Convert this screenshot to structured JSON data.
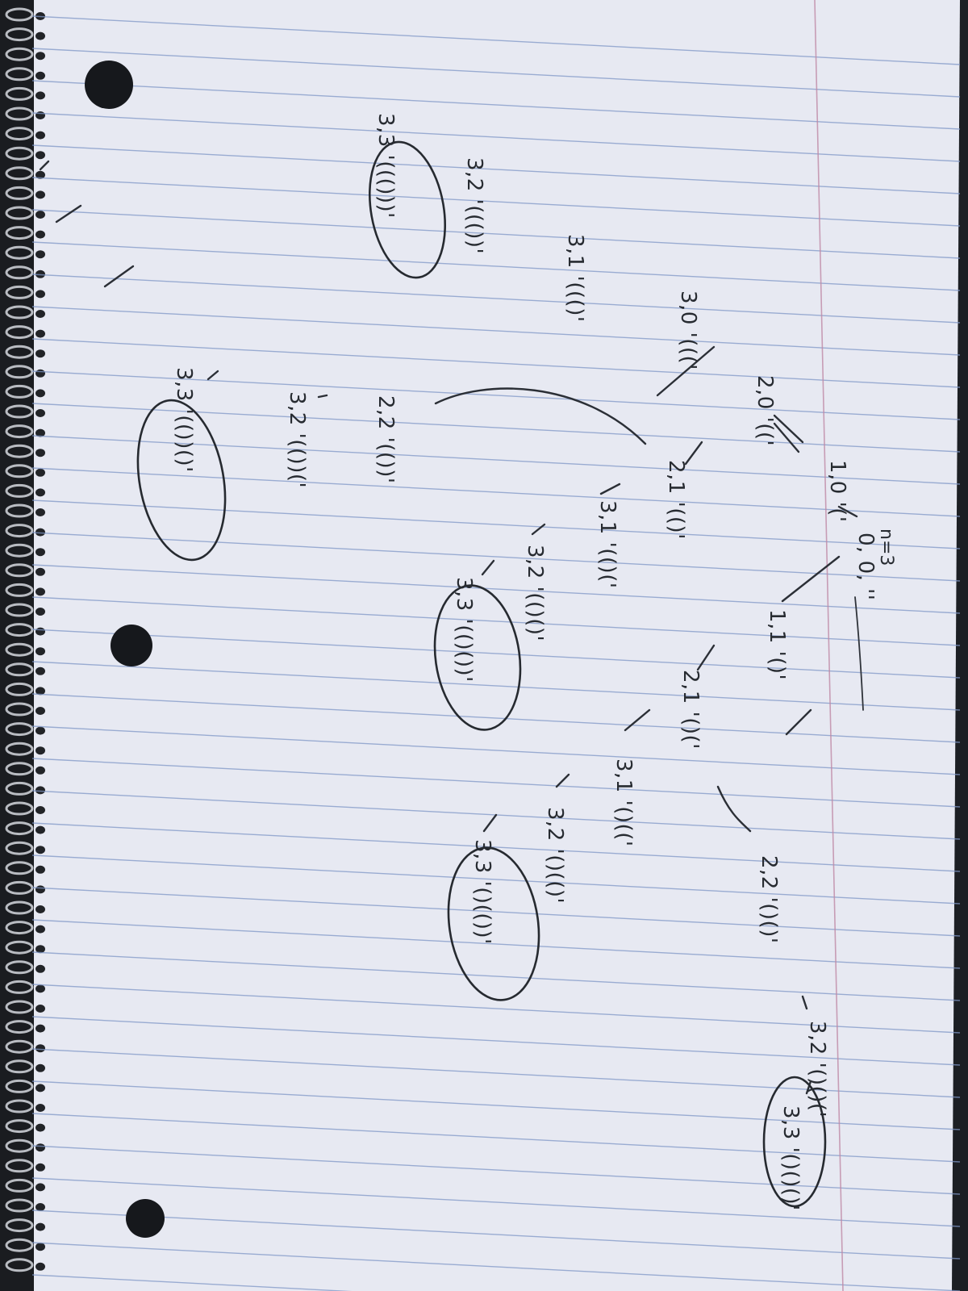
{
  "notebook": {
    "paper_color": "#e7e9f2",
    "rule_color": "#7f97c7",
    "margin_color": "#c08aa6",
    "ink_color": "#2b2f36",
    "binding": "spiral-coil"
  },
  "tree": {
    "header": "n=3",
    "root": "0, 0, ''",
    "nodes": {
      "n10": "1,0 '('",
      "n11": "1,1 '()'",
      "n20": "2,0 '(('",
      "n21_left": "2,1 '(()'",
      "n21_right": "2,1 '()('",
      "n22_left": "2,2 '(())'",
      "n22_right": "2,2 '()()'",
      "n30": "3,0 '((('",
      "n31_a": "3,1 '((()'",
      "n32_a": "3,2 '((())'",
      "n33_a": "3,3 '((()))'",
      "n31_b": "3,1 '(()('",
      "n32_b": "3,2 '(()()'",
      "n33_b": "3,3 '(()())'",
      "n32_c": "3,2 '(())('",
      "n33_c": "3,3 '(())()'",
      "n31_d": "3,1 '()(('",
      "n32_d": "3,2 '()(()'",
      "n33_d": "3,3 '()(())'",
      "n32_e": "3,2 '()()('",
      "n33_e": "3,3 '()()()'"
    }
  }
}
